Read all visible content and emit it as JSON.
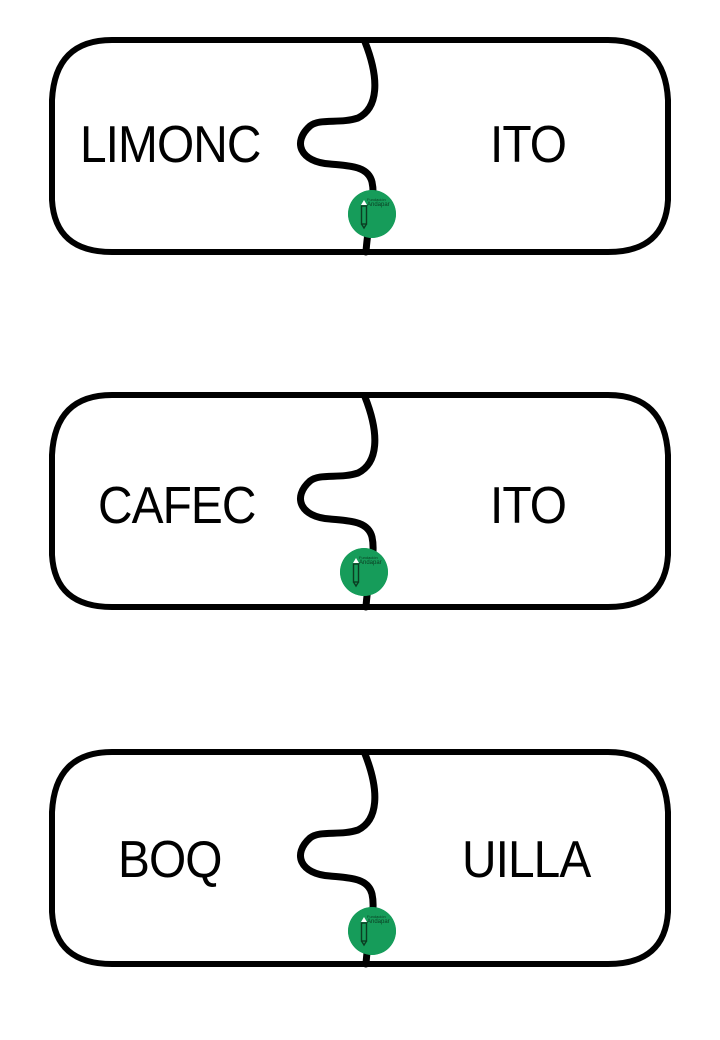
{
  "cards": [
    {
      "left": "LIMONC",
      "right": "ITO"
    },
    {
      "left": "CAFEC",
      "right": "ITO"
    },
    {
      "left": "BOQ",
      "right": "UILLA"
    }
  ],
  "badge": {
    "small_text": "Fundación",
    "text": "Andapar",
    "color": "#169c5a",
    "icon": "pencil-icon"
  }
}
